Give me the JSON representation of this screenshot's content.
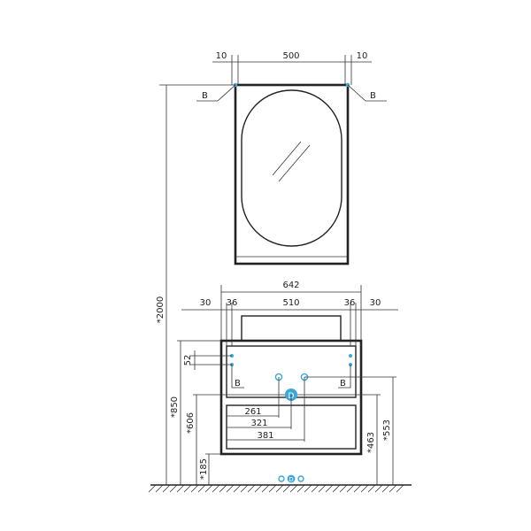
{
  "mirror": {
    "dim_left_gap": "10",
    "dim_width": "500",
    "dim_right_gap": "10",
    "callout_left": "B",
    "callout_right": "B"
  },
  "overall": {
    "dim_height": "*2000"
  },
  "vanity": {
    "dim_width": "642",
    "dim_left_offset": "30",
    "dim_left_inner": "36",
    "dim_basin": "510",
    "dim_right_inner": "36",
    "dim_right_offset": "30",
    "dim_52": "52",
    "dim_850": "*850",
    "dim_606": "*606",
    "dim_185": "*185",
    "dim_463": "*463",
    "dim_553": "*553",
    "dim_261": "261",
    "dim_321": "321",
    "dim_381": "381",
    "callout_left": "B",
    "callout_right": "B",
    "drain_label": "D",
    "floor_label": "D"
  },
  "colors": {
    "line": "#222222",
    "accent": "#3aa8d8"
  }
}
